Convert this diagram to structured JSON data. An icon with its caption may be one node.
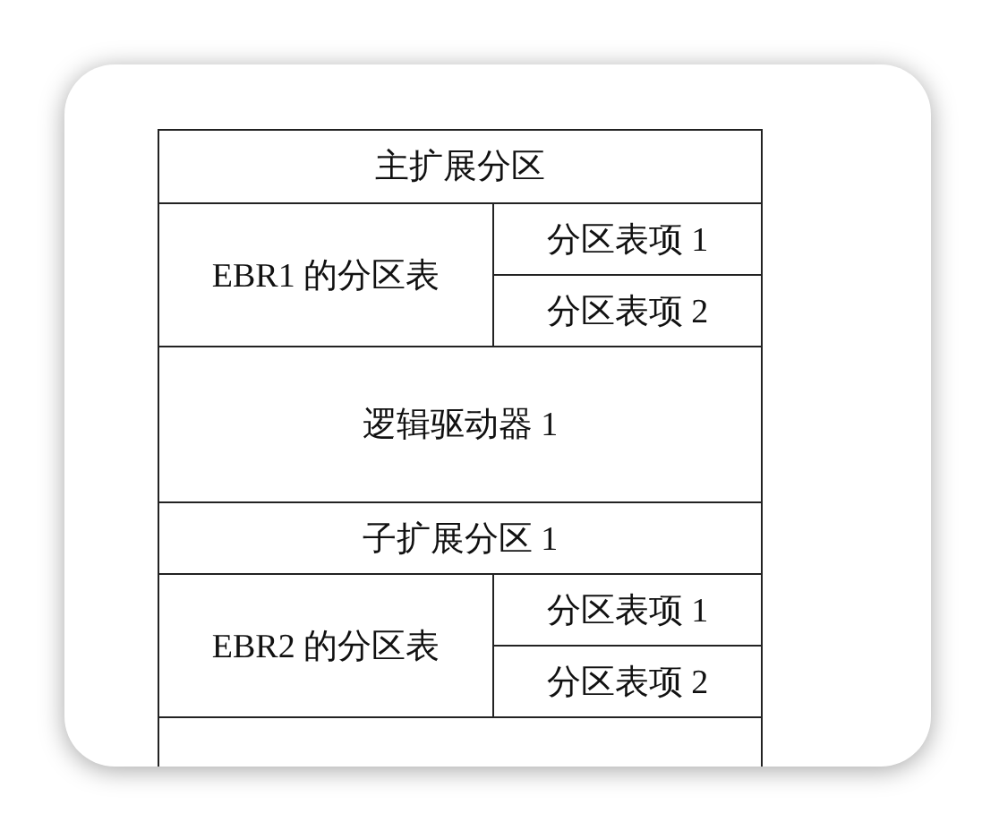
{
  "diagram": {
    "nodes": [
      {
        "text": [
          "主扩展分区"
        ]
      },
      {
        "text": [
          "EBR1 的分区表"
        ]
      },
      {
        "text": [
          "分区表项 1"
        ]
      },
      {
        "text": [
          "分区表项 2"
        ]
      },
      {
        "text": [
          "逻辑驱动器 1"
        ]
      },
      {
        "text": [
          "子扩展分区 1"
        ]
      },
      {
        "text": [
          "EBR2 的分区表"
        ]
      },
      {
        "text": [
          "分区表项 1"
        ]
      },
      {
        "text": [
          "分区表项 2"
        ]
      },
      {
        "text": [],
        "shape": "box"
      }
    ]
  }
}
